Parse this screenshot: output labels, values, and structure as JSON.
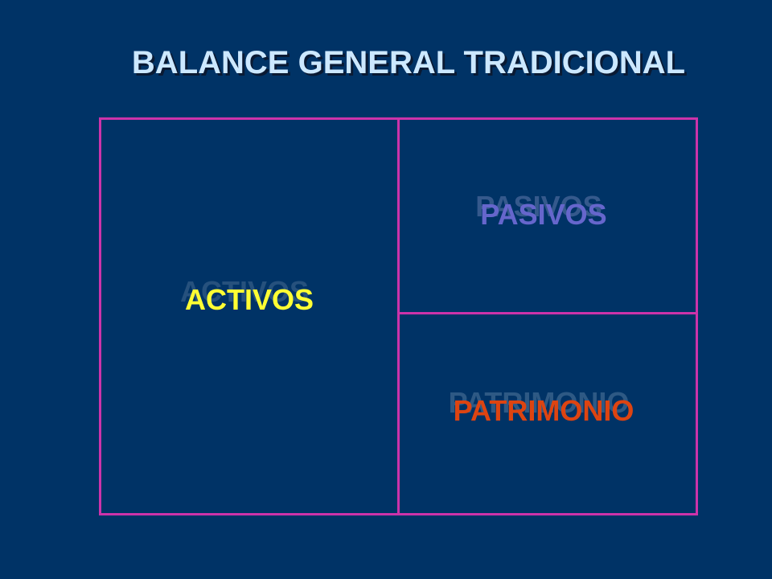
{
  "title": "BALANCE GENERAL TRADICIONAL",
  "cells": {
    "activos": {
      "label": "ACTIVOS",
      "color": "#ffff33",
      "shadow_color": "#557799"
    },
    "pasivos": {
      "label": "PASIVOS",
      "color": "#6666cc",
      "shadow_color": "#7788bb"
    },
    "patrimonio": {
      "label": "PATRIMONIO",
      "color": "#dd4411",
      "shadow_color": "#6688aa"
    }
  },
  "colors": {
    "background": "#003366",
    "frame": "#cc33aa",
    "title": "#cce8ff"
  }
}
